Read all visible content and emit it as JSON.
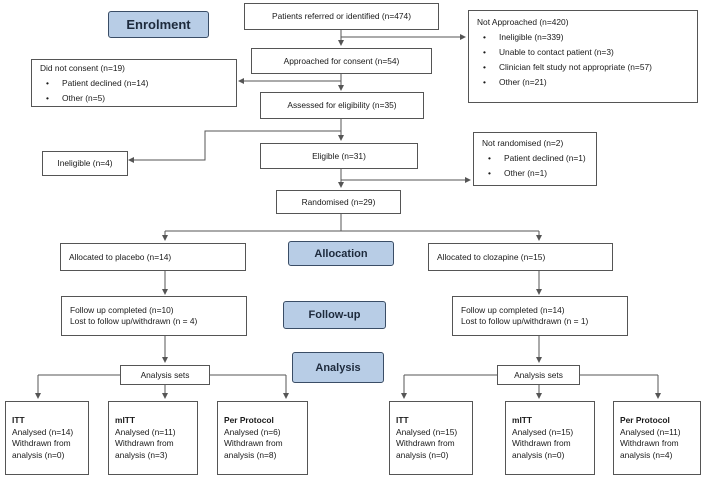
{
  "stages": {
    "enrolment": "Enrolment",
    "allocation": "Allocation",
    "follow_up": "Follow-up",
    "analysis": "Analysis"
  },
  "flow": {
    "referred": "Patients referred or identified (n=474)",
    "approached": "Approached for consent (n=54)",
    "assessed": "Assessed for eligibility (n=35)",
    "eligible": "Eligible (n=31)",
    "randomised": "Randomised (n=29)",
    "ineligible": "Ineligible (n=4)"
  },
  "not_approached": {
    "title": "Not Approached (n=420)",
    "items": [
      "Ineligible (n=339)",
      "Unable to contact patient (n=3)",
      "Clinician felt study not appropriate (n=57)",
      "Other (n=21)"
    ]
  },
  "did_not_consent": {
    "title": "Did not consent (n=19)",
    "items": [
      "Patient declined (n=14)",
      "Other (n=5)"
    ]
  },
  "not_randomised": {
    "title": "Not randomised (n=2)",
    "items": [
      "Patient declined (n=1)",
      "Other (n=1)"
    ]
  },
  "placebo": {
    "allocated": "Allocated to placebo (n=14)",
    "followup_line1": "Follow up completed (n=10)",
    "followup_line2": "Lost to follow up/withdrawn (n = 4)",
    "analysis_sets": "Analysis sets",
    "sets": [
      {
        "title": "ITT",
        "analysed": "Analysed (n=14)",
        "withdrawn_1": "Withdrawn from",
        "withdrawn_2": "analysis (n=0)"
      },
      {
        "title": "mITT",
        "analysed": "Analysed (n=11)",
        "withdrawn_1": "Withdrawn from",
        "withdrawn_2": "analysis (n=3)"
      },
      {
        "title": "Per Protocol",
        "analysed": "Analysed (n=6)",
        "withdrawn_1": "Withdrawn from",
        "withdrawn_2": "analysis (n=8)"
      }
    ]
  },
  "clozapine": {
    "allocated": "Allocated to clozapine (n=15)",
    "followup_line1": "Follow up completed (n=14)",
    "followup_line2": "Lost to follow up/withdrawn (n = 1)",
    "analysis_sets": "Analysis sets",
    "sets": [
      {
        "title": "ITT",
        "analysed": "Analysed (n=15)",
        "withdrawn_1": "Withdrawn from",
        "withdrawn_2": "analysis (n=0)"
      },
      {
        "title": "mITT",
        "analysed": "Analysed (n=15)",
        "withdrawn_1": "Withdrawn from",
        "withdrawn_2": "analysis (n=0)"
      },
      {
        "title": "Per Protocol",
        "analysed": "Analysed (n=11)",
        "withdrawn_1": "Withdrawn from",
        "withdrawn_2": "analysis (n=4)"
      }
    ]
  }
}
